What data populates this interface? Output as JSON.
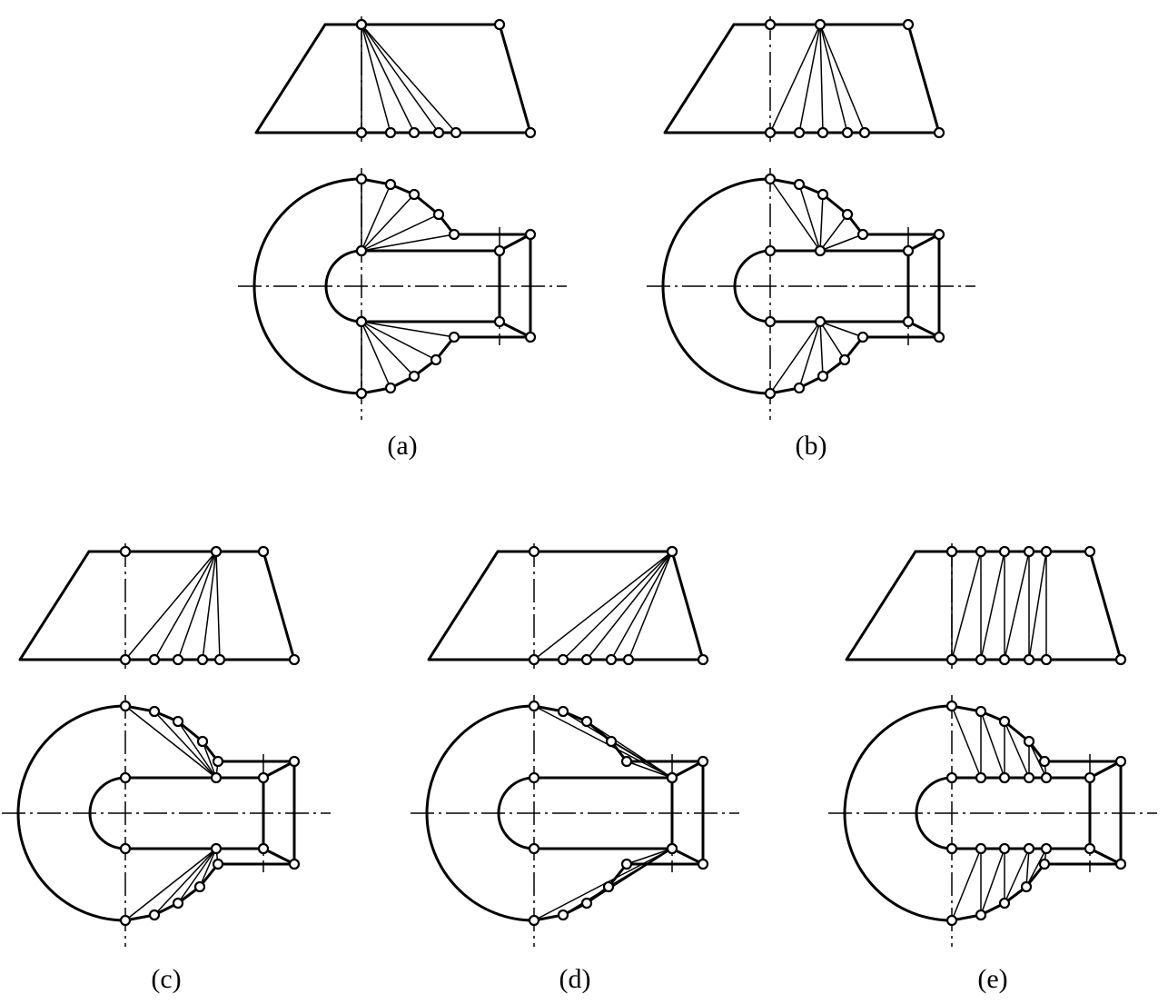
{
  "panels": [
    {
      "id": "a",
      "label": "(a)",
      "variant": "a"
    },
    {
      "id": "b",
      "label": "(b)",
      "variant": "b"
    },
    {
      "id": "c",
      "label": "(c)",
      "variant": "c"
    },
    {
      "id": "d",
      "label": "(d)",
      "variant": "d"
    },
    {
      "id": "e",
      "label": "(e)",
      "variant": "e"
    }
  ]
}
